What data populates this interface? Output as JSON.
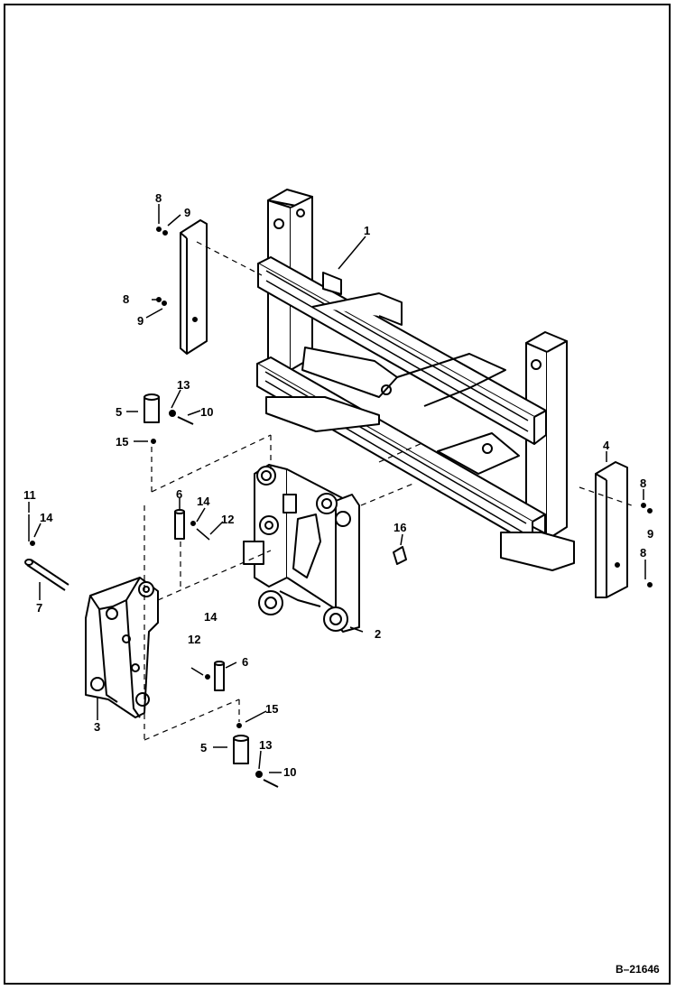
{
  "drawing_id": "B–21646",
  "callouts": {
    "c1": "1",
    "c2": "2",
    "c3": "3",
    "c4": "4",
    "c5a": "5",
    "c5b": "5",
    "c6a": "6",
    "c6b": "6",
    "c7": "7",
    "c8a": "8",
    "c8b": "8",
    "c8c": "8",
    "c8d": "8",
    "c9a": "9",
    "c9b": "9",
    "c9c": "9",
    "c10a": "10",
    "c10b": "10",
    "c11": "11",
    "c12a": "12",
    "c12b": "12",
    "c13a": "13",
    "c13b": "13",
    "c14a": "14",
    "c14b": "14",
    "c14c": "14",
    "c15a": "15",
    "c15b": "15",
    "c16": "16"
  },
  "colors": {
    "ink": "#000000",
    "paper": "#ffffff",
    "shade": "#d9d9d9"
  }
}
